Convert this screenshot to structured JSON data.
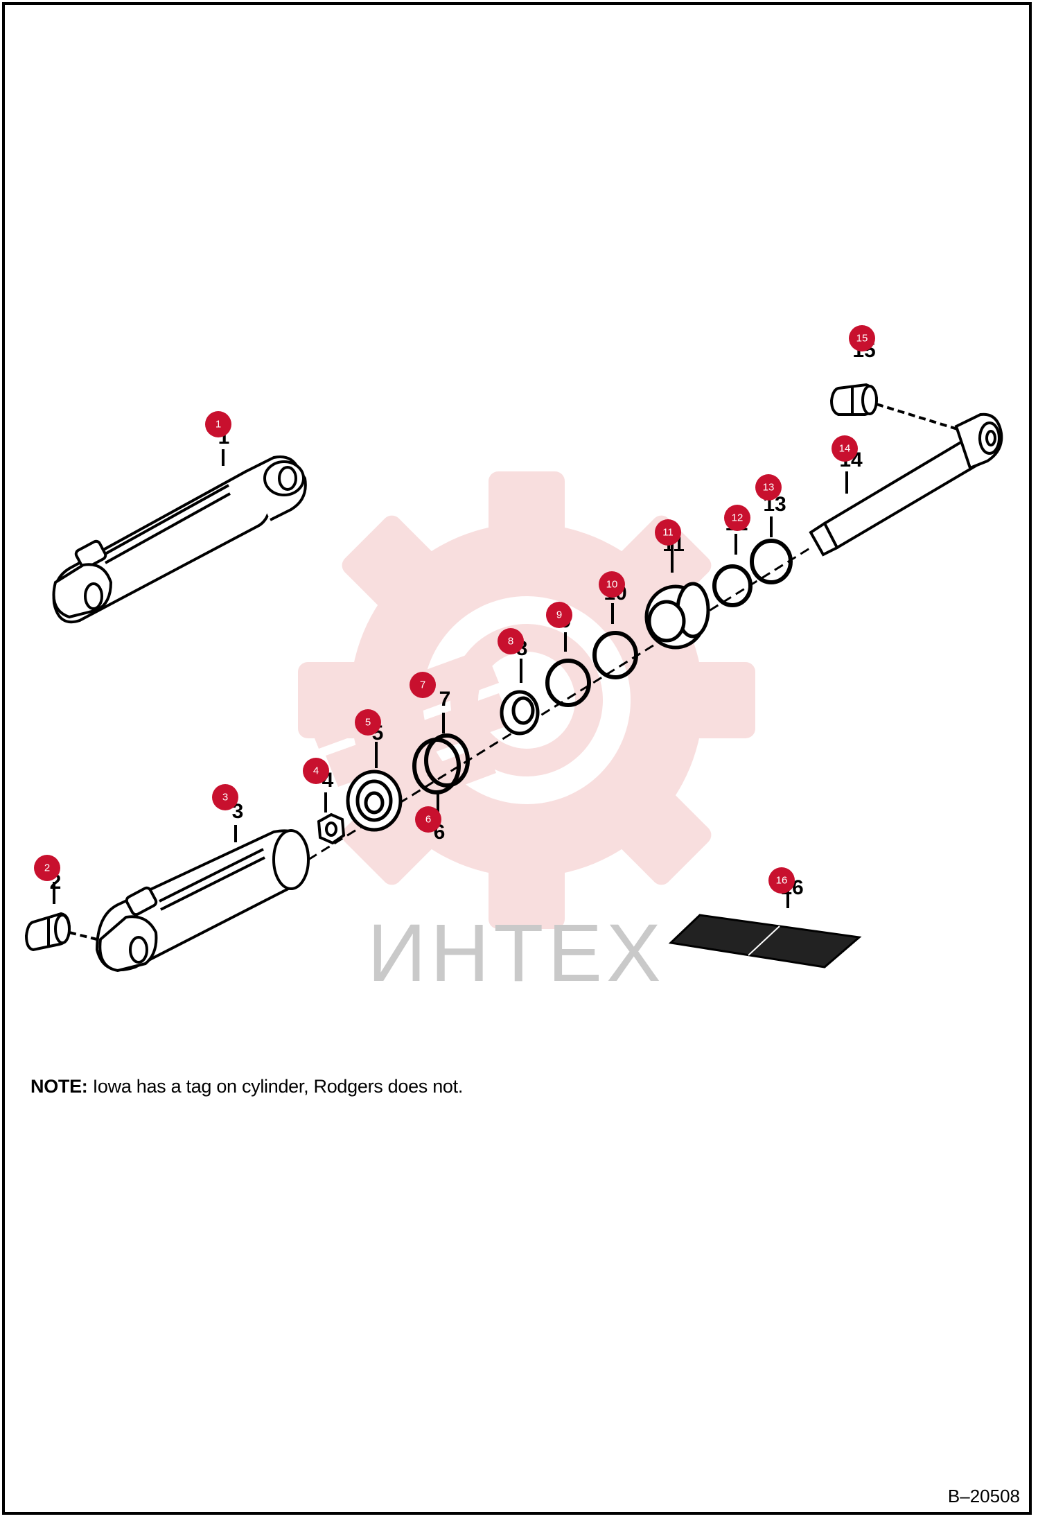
{
  "watermark": {
    "text": "ИНТЕХ",
    "color": "#f2c6c6"
  },
  "callout_color": "#c8102e",
  "parts": [
    {
      "id": "1",
      "label": "1"
    },
    {
      "id": "2",
      "label": "2"
    },
    {
      "id": "3",
      "label": "3"
    },
    {
      "id": "4",
      "label": "4"
    },
    {
      "id": "5",
      "label": "5"
    },
    {
      "id": "6",
      "label": "6"
    },
    {
      "id": "7",
      "label": "7"
    },
    {
      "id": "8",
      "label": "8"
    },
    {
      "id": "9",
      "label": "9"
    },
    {
      "id": "10",
      "label": "10"
    },
    {
      "id": "11",
      "label": "11"
    },
    {
      "id": "12",
      "label": "12"
    },
    {
      "id": "13",
      "label": "13"
    },
    {
      "id": "14",
      "label": "14"
    },
    {
      "id": "15",
      "label": "15"
    },
    {
      "id": "16",
      "label": "16"
    }
  ],
  "note": {
    "prefix": "NOTE:",
    "text": " Iowa has a tag on cylinder, Rodgers does not."
  },
  "figure_ref": "B–20508"
}
